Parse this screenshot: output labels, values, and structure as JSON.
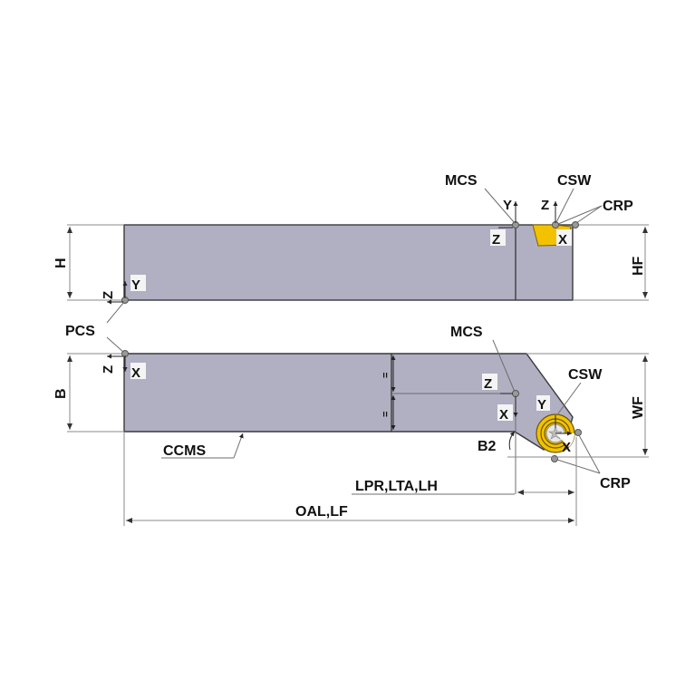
{
  "diagram": {
    "title": "Turning toolholder (shank) dimension diagram",
    "colors": {
      "body": "#b1afc2",
      "insert": "#f2c200",
      "outline": "#3a3a3a",
      "dimension_line": "#8a8a8a",
      "text": "#111111"
    },
    "top_view": {
      "labels": {
        "mcs": "MCS",
        "csw": "CSW",
        "crp": "CRP",
        "height": "H",
        "functional_height": "HF"
      },
      "axes": {
        "mcs_y": "Y",
        "mcs_z": "Z",
        "csw_z": "Z",
        "csw_x": "X",
        "pcs_z": "Z",
        "pcs_y": "Y"
      }
    },
    "bottom_view": {
      "labels": {
        "pcs": "PCS",
        "mcs": "MCS",
        "csw": "CSW",
        "crp": "CRP",
        "width": "B",
        "functional_width": "WF",
        "ccms": "CCMS",
        "b2": "B2",
        "head_length": "LPR,LTA,LH",
        "overall_length": "OAL,LF",
        "half_mark_1": "=",
        "half_mark_2": "="
      },
      "axes": {
        "pcs_z": "Z",
        "pcs_x": "X",
        "mcs_z": "Z",
        "mcs_x": "X",
        "csw_y": "Y",
        "csw_x": "X"
      }
    }
  }
}
